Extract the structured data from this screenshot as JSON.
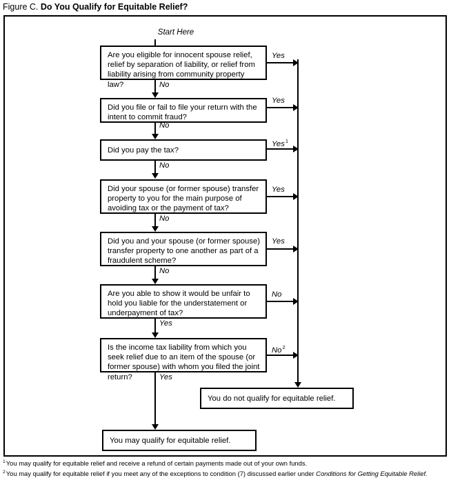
{
  "title": {
    "label": "Figure C.",
    "name": "Do You Qualify for Equitable Relief?"
  },
  "start_label": "Start Here",
  "boxes": [
    {
      "id": "eligible-other-relief",
      "text": "Are you eligible for innocent spouse relief, relief by separation of liability, or relief from liability arising from community property law?",
      "yes_label": "Yes",
      "no_label": "No"
    },
    {
      "id": "intent-to-commit-fraud",
      "text": "Did you file or fail to file your return with the intent to commit fraud?",
      "yes_label": "Yes",
      "no_label": "No"
    },
    {
      "id": "did-you-pay-the-tax",
      "text": "Did you pay the tax?",
      "yes_label": "Yes",
      "yes_footnote": "1",
      "no_label": "No"
    },
    {
      "id": "spouse-transfer-avoid-tax",
      "text": "Did your spouse (or former spouse) transfer property to you for the main purpose of avoiding tax or the payment of tax?",
      "yes_label": "Yes",
      "no_label": "No"
    },
    {
      "id": "fraudulent-scheme-transfer",
      "text": "Did you and your spouse (or former spouse) transfer property to one another as part of a fraudulent scheme?",
      "yes_label": "Yes",
      "no_label": "No"
    },
    {
      "id": "unfair-to-hold-liable",
      "text": "Are you able to show it would be unfair to hold you liable for the understatement or underpayment of tax?",
      "no_label": "No",
      "yes_label": "Yes"
    },
    {
      "id": "liability-item-of-spouse",
      "text": "Is the income tax liability from which you seek relief due to an item of the spouse (or former spouse) with whom you filed the joint return?",
      "no_label": "No",
      "no_footnote": "2",
      "yes_label": "Yes"
    }
  ],
  "outcomes": {
    "not_qualify": "You do not qualify for equitable relief.",
    "may_qualify": "You may qualify for equitable relief."
  },
  "footnotes": [
    {
      "marker": "1",
      "text": "You may qualify for equitable relief and receive a refund of certain payments made out of your own funds.",
      "italic_tail": ""
    },
    {
      "marker": "2",
      "text": "You may qualify for equitable relief if you meet any of the exceptions to condition (7) discussed earlier under ",
      "italic_tail": "Conditions for Getting Equitable Relief."
    }
  ],
  "colors": {
    "line": "#000000",
    "background": "#ffffff",
    "text": "#000000"
  }
}
